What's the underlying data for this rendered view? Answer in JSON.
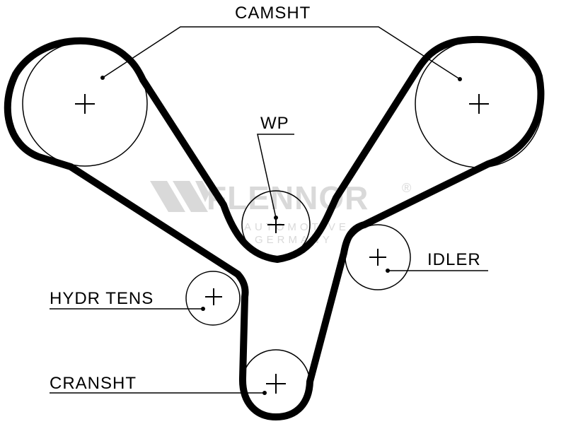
{
  "labels": {
    "camshaft": "CAMSHT",
    "water_pump": "WP",
    "idler": "IDLER",
    "hydraulic_tensioner": "HYDR TENS",
    "crankshaft": "CRANSHT"
  },
  "watermark": {
    "brand": "FLENNOR",
    "registered": "®",
    "line1": "AUTOMOTIVE",
    "line2": "GERMANY"
  },
  "colors": {
    "belt": "#000000",
    "pulley_outline": "#000000",
    "watermark": "#d9d9d9",
    "background": "#ffffff"
  }
}
